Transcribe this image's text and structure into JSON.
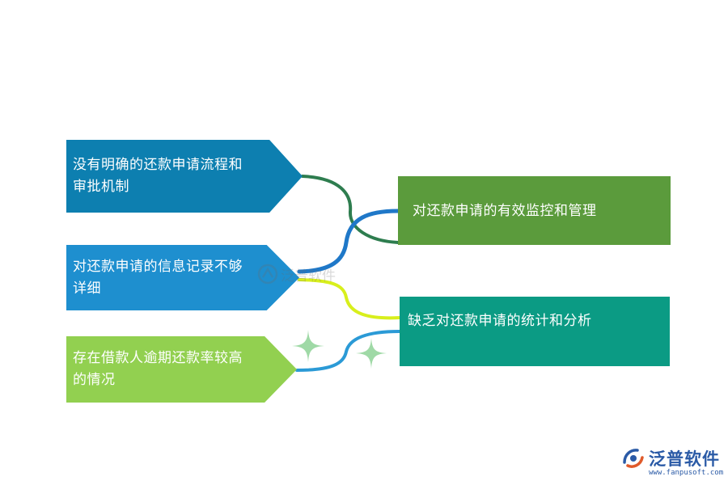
{
  "left_items": [
    {
      "text": "没有明确的还款申请流程和审批机制",
      "color": "#0d7fb0"
    },
    {
      "text": "对还款申请的信息记录不够详细",
      "color": "#1e8fcf"
    },
    {
      "text": "存在借款人逾期还款率较高的情况",
      "color": "#92d050"
    }
  ],
  "right_items": [
    {
      "text": "对还款申请的有效监控和管理",
      "color": "#5b9b3c"
    },
    {
      "text": "缺乏对还款申请的统计和分析",
      "color": "#0b9b84"
    }
  ],
  "connector_colors": [
    "#2e7d4f",
    "#1f78c8",
    "#d8ef1c",
    "#2b9ad6"
  ],
  "sparkle_color": "#9fd9a6",
  "watermark": {
    "text": "泛普软件"
  },
  "logo": {
    "name": "泛普软件",
    "url": "www.fanpusoft.com",
    "icon": "fanpu-logo-icon",
    "color": "#2a5aa6"
  }
}
